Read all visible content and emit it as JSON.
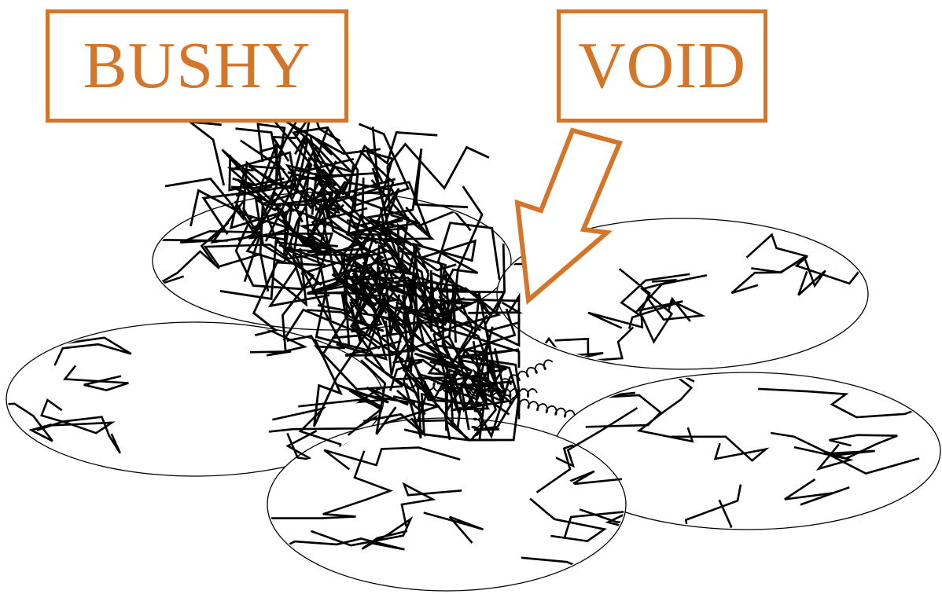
{
  "labels": {
    "bushy": "BUSHY",
    "void": "VOID"
  },
  "colors": {
    "accent": "#d4762a",
    "chain": "#000000",
    "disk_outline": "#000000",
    "background": "#ffffff"
  },
  "diagram": {
    "disk_count": 5,
    "structures": [
      "bushy-chain-cluster",
      "flat-zigzag-chains",
      "coiled-linkers",
      "void-pointer-arrow"
    ]
  }
}
